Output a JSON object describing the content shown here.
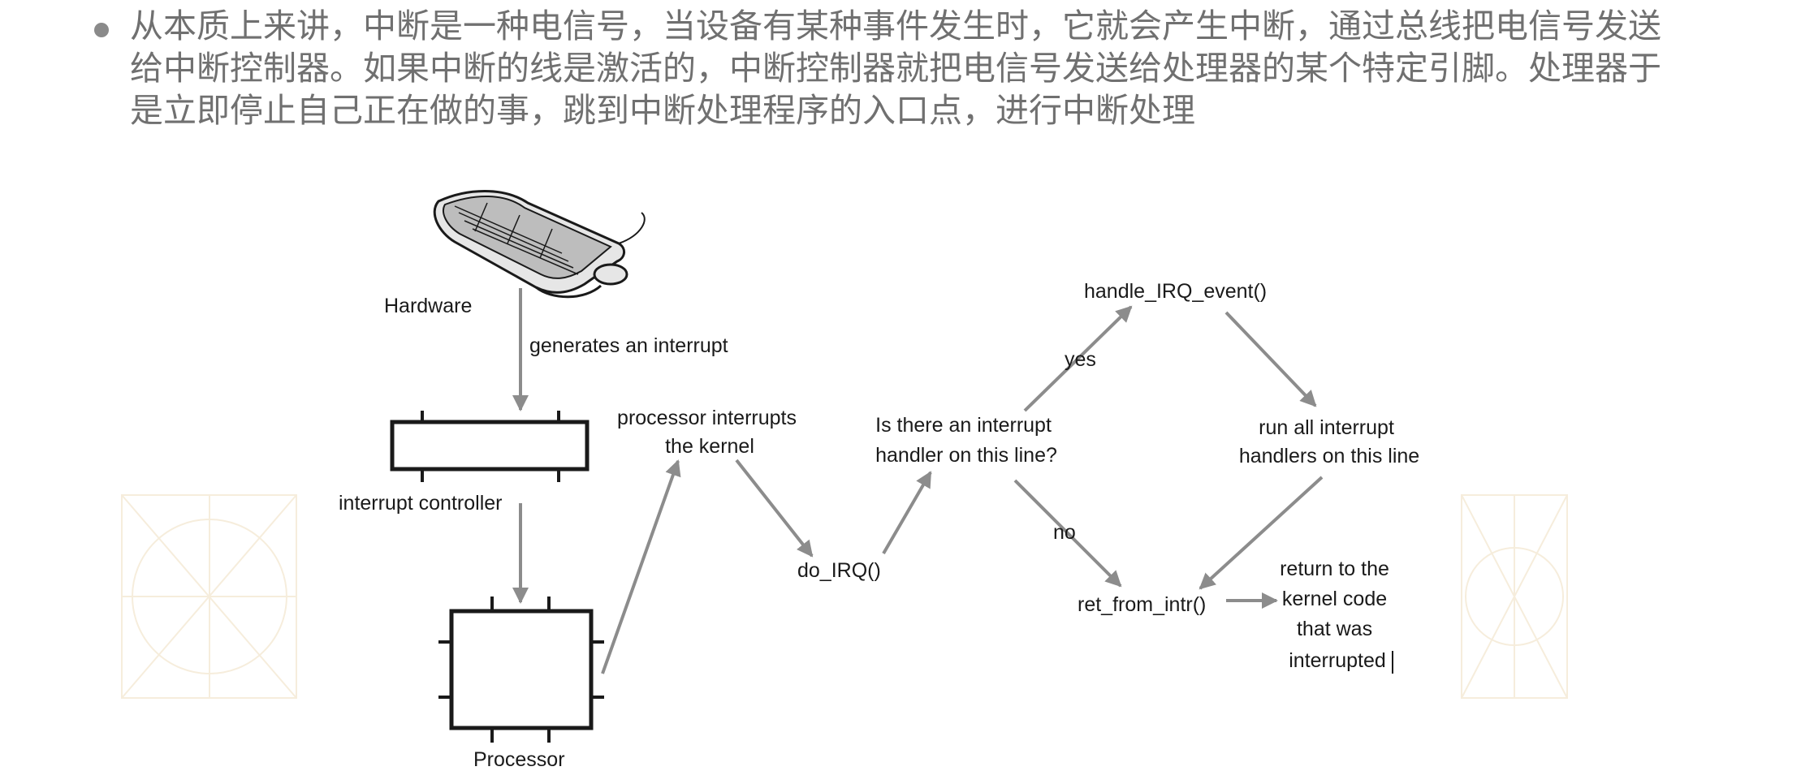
{
  "bullet": {
    "text": "从本质上来讲，中断是一种电信号，当设备有某种事件发生时，它就会产生中断，通过总线把电信号发送\n给中断控制器。如果中断的线是激活的，中断控制器就把电信号发送给处理器的某个特定引脚。处理器于\n是立即停止自己正在做的事，跳到中断处理程序的入口点，进行中断处理"
  },
  "diagram": {
    "hardware": "Hardware",
    "generates": "generates an interrupt",
    "controller": "interrupt controller",
    "processor": "Processor",
    "proc_interrupts": [
      "processor interrupts",
      "the kernel"
    ],
    "do_irq": "do_IRQ()",
    "question": [
      "Is there an interrupt",
      "handler on this line?"
    ],
    "yes": "yes",
    "no": "no",
    "handle_event": "handle_IRQ_event()",
    "run_all": [
      "run all interrupt",
      "handlers on this line"
    ],
    "ret_from": "ret_from_intr()",
    "return_to": [
      "return to  the",
      "kernel code",
      "that was",
      "interrupted"
    ]
  },
  "colors": {
    "bullet_text": "#707070",
    "arrow": "#8c8c8c",
    "outline": "#1a1a1a"
  }
}
